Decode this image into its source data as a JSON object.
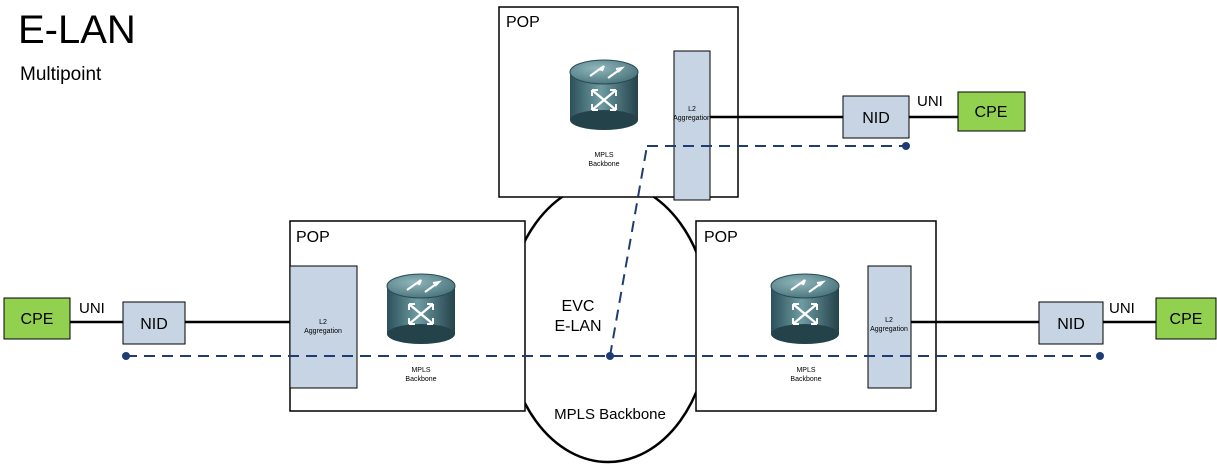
{
  "title": "E-LAN",
  "subtitle": "Multipoint",
  "diagram": {
    "pops": [
      {
        "id": "pop-top",
        "label": "POP"
      },
      {
        "id": "pop-left",
        "label": "POP"
      },
      {
        "id": "pop-right",
        "label": "POP"
      }
    ],
    "aggregation_label_line1": "L2",
    "aggregation_label_line2": "Aggregation",
    "router_label_line1": "MPLS",
    "router_label_line2": "Backbone",
    "cloud_label": "MPLS Backbone",
    "evc_line1": "EVC",
    "evc_line2": "E-LAN",
    "cpe_label": "CPE",
    "nid_label": "NID",
    "uni_label": "UNI",
    "colors": {
      "cpe_fill": "#92d050",
      "box_fill": "#c6d4e4",
      "evc_line": "#1f3c73",
      "router_dark": "#2e5660",
      "router_light": "#6f9ea5"
    }
  }
}
